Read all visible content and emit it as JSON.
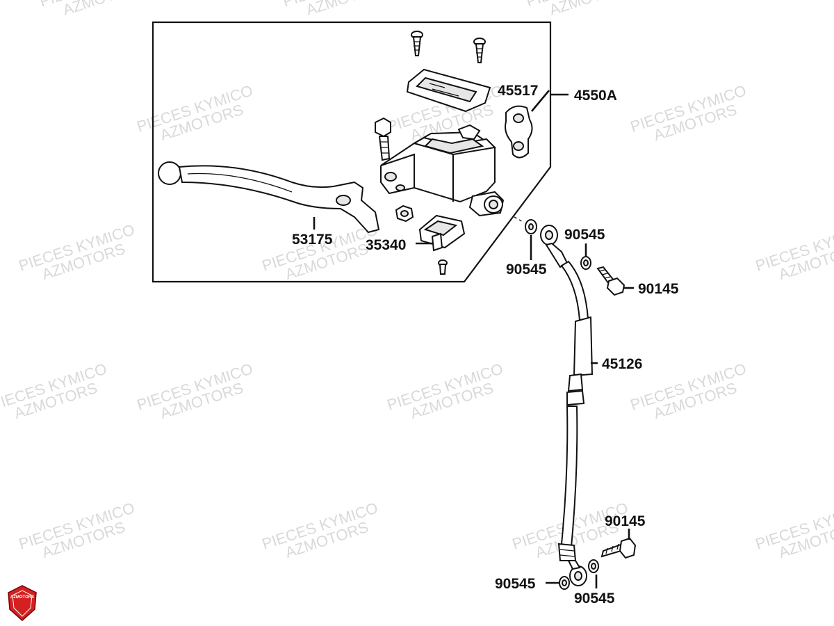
{
  "watermark": {
    "line1": "PIECES KYMICO",
    "line2": "AZMOTORS"
  },
  "logo": {
    "text": "AZMOTORS",
    "color": "#d42020"
  },
  "assembly_label": "4550A",
  "parts": [
    {
      "id": "p45517",
      "number": "45517"
    },
    {
      "id": "p53175",
      "number": "53175"
    },
    {
      "id": "p35340",
      "number": "35340"
    },
    {
      "id": "p90545a",
      "number": "90545"
    },
    {
      "id": "p90545b",
      "number": "90545"
    },
    {
      "id": "p90145a",
      "number": "90145"
    },
    {
      "id": "p45126",
      "number": "45126"
    },
    {
      "id": "p90145b",
      "number": "90145"
    },
    {
      "id": "p90545c",
      "number": "90545"
    },
    {
      "id": "p90545d",
      "number": "90545"
    }
  ]
}
